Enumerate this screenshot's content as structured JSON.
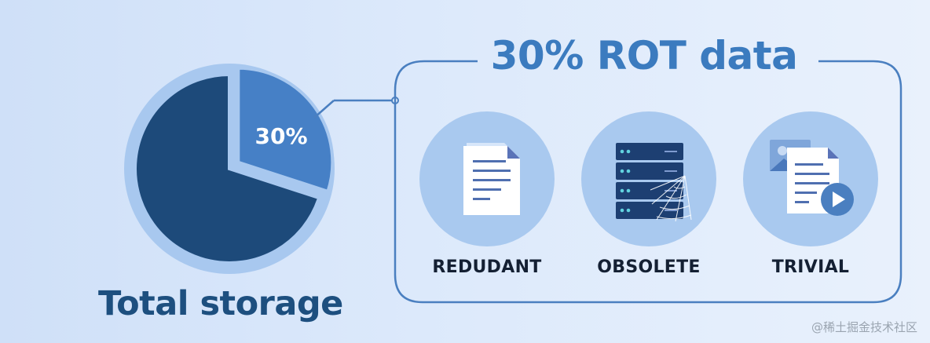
{
  "chart_data": {
    "type": "pie",
    "slices": [
      {
        "label": "30%",
        "value": 30,
        "color": "#4680c6"
      },
      {
        "value": 70,
        "color": "#1d4a7a"
      }
    ],
    "outer_ring_color": "#a8c8ef"
  },
  "storage_title": "Total storage",
  "rot_title": "30% ROT data",
  "categories": [
    {
      "label": "REDUDANT",
      "icon": "document-icon"
    },
    {
      "label": "OBSOLETE",
      "icon": "server-cobweb-icon"
    },
    {
      "label": "TRIVIAL",
      "icon": "document-play-icon"
    }
  ],
  "watermark": "@稀土掘金技术社区",
  "colors": {
    "accent": "#3b7bbf",
    "dark": "#1d4f7f",
    "line": "#4a7fc0"
  }
}
